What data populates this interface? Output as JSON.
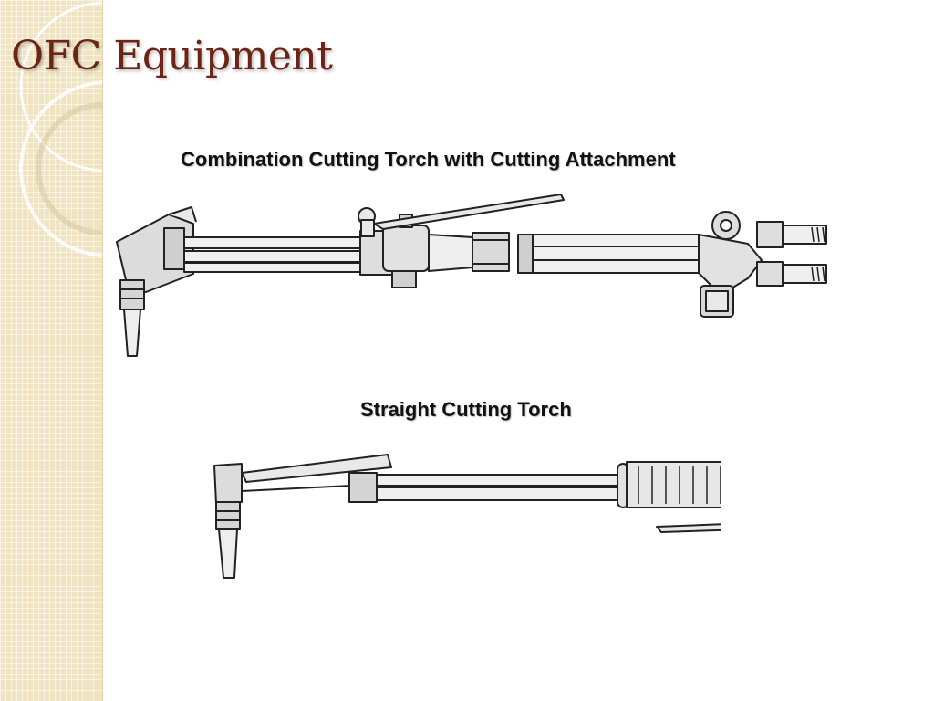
{
  "slide": {
    "title": "OFC Equipment",
    "figures": [
      {
        "caption": "Combination Cutting Torch with Cutting Attachment",
        "illustration": "combination-cutting-torch-icon"
      },
      {
        "caption": "Straight Cutting Torch",
        "illustration": "straight-cutting-torch-icon"
      }
    ]
  },
  "theme": {
    "title_color": "#6b2416",
    "sidebar_color": "#efe3c2",
    "line_color": "#222222",
    "fill_color": "#e9e9e9"
  }
}
